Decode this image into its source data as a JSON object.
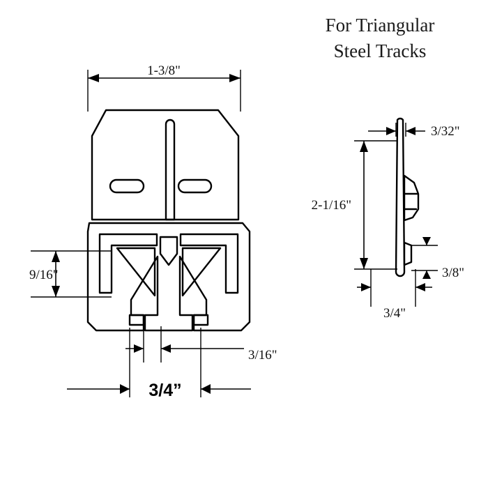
{
  "header": {
    "title": "For Triangular\nSteel Tracks"
  },
  "front_view": {
    "dimensions": {
      "overall_width": "1-3/8\"",
      "leg_height": "9/16\"",
      "foot_gap": "3/16\"",
      "base_width": "3/4”"
    }
  },
  "side_view": {
    "dimensions": {
      "thickness": "3/32\"",
      "overall_height": "2-1/16\"",
      "boss_height": "3/8\"",
      "boss_width": "3/4\""
    }
  },
  "colors": {
    "line": "#000000",
    "text": "#111111",
    "background": "#ffffff"
  }
}
